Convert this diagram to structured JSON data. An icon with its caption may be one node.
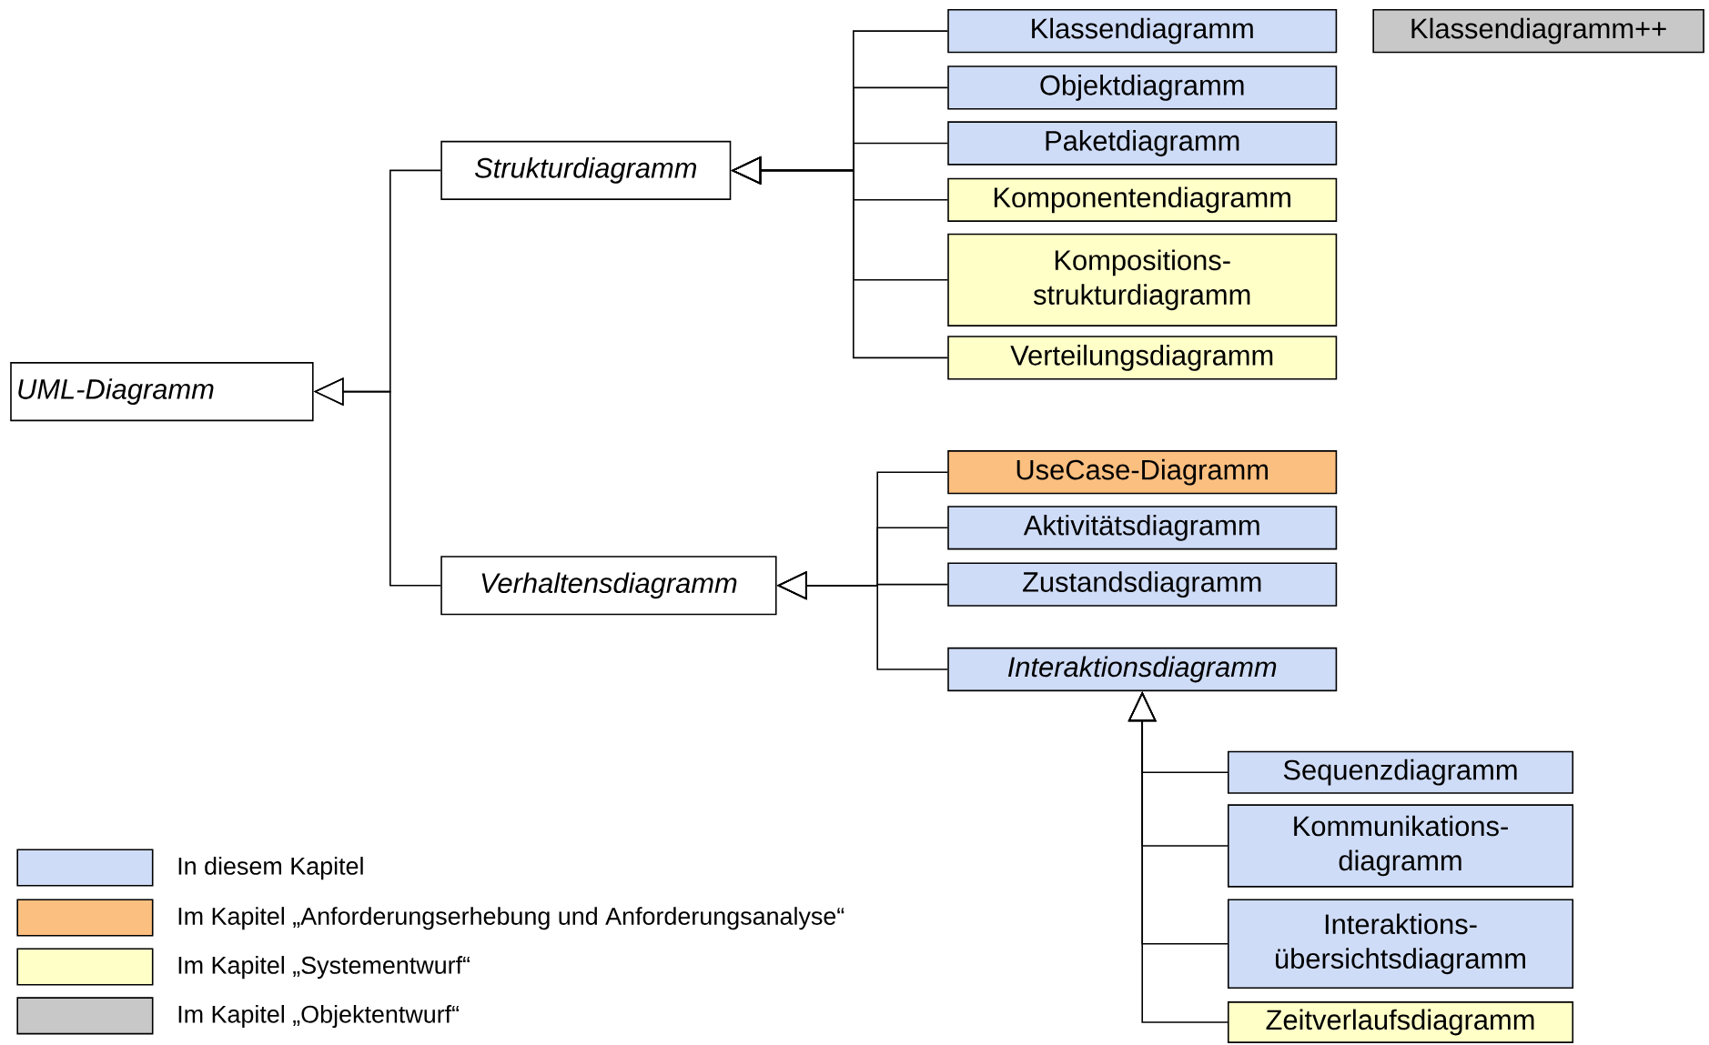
{
  "diagram": {
    "nodes": [
      {
        "text": [
          "UML-Diagramm"
        ]
      },
      {
        "text": [
          "Strukturdiagramm"
        ]
      },
      {
        "text": [
          "Verhaltensdiagramm"
        ]
      },
      {
        "text": [
          "Klassendiagramm"
        ]
      },
      {
        "text": [
          "Objektdiagramm"
        ]
      },
      {
        "text": [
          "Paketdiagramm"
        ]
      },
      {
        "text": [
          "Komponentendiagramm"
        ]
      },
      {
        "text": [
          "Kompositions- strukturdiagramm"
        ]
      },
      {
        "text": [
          "Verteilungsdiagramm"
        ]
      },
      {
        "text": [
          "UseCase-Diagramm"
        ]
      },
      {
        "text": [
          "Aktivitätsdiagramm"
        ]
      },
      {
        "text": [
          "Zustandsdiagramm"
        ]
      },
      {
        "text": [
          "Interaktionsdiagramm"
        ]
      },
      {
        "text": [
          "Sequenzdiagramm"
        ]
      },
      {
        "text": [
          "Kommunikations- diagramm"
        ]
      },
      {
        "text": [
          "Interaktions- übersichtsdiagramm"
        ]
      },
      {
        "text": [
          "Zeitverlaufsdiagramm"
        ]
      },
      {
        "text": [
          "Klassendiagramm++"
        ]
      }
    ],
    "edges": [
      {
        "from": 1,
        "to": 0,
        "arrow": "to"
      },
      {
        "from": 2,
        "to": 0,
        "arrow": "to"
      },
      {
        "from": 3,
        "to": 1,
        "arrow": "to"
      },
      {
        "from": 4,
        "to": 1,
        "arrow": "to"
      },
      {
        "from": 5,
        "to": 1,
        "arrow": "to"
      },
      {
        "from": 6,
        "to": 1,
        "arrow": "to"
      },
      {
        "from": 7,
        "to": 1,
        "arrow": "to"
      },
      {
        "from": 8,
        "to": 1,
        "arrow": "to"
      },
      {
        "from": 9,
        "to": 2,
        "arrow": "to"
      },
      {
        "from": 10,
        "to": 2,
        "arrow": "to"
      },
      {
        "from": 11,
        "to": 2,
        "arrow": "to"
      },
      {
        "from": 12,
        "to": 2,
        "arrow": "to"
      },
      {
        "from": 13,
        "to": 12,
        "arrow": "to"
      },
      {
        "from": 14,
        "to": 12,
        "arrow": "to"
      },
      {
        "from": 15,
        "to": 12,
        "arrow": "to"
      },
      {
        "from": 16,
        "to": 12,
        "arrow": "to"
      }
    ],
    "legend": [
      {
        "text": "In diesem Kapitel",
        "color": "#cfdcf7"
      },
      {
        "text": "Im Kapitel „Anforderungserhebung und  Anforderungsanalyse“",
        "color": "#fbbf80"
      },
      {
        "text": "Im Kapitel „Systementwurf“",
        "color": "#ffffc8"
      },
      {
        "text": "Im Kapitel „Objektentwurf“",
        "color": "#c8c8c8"
      }
    ]
  }
}
